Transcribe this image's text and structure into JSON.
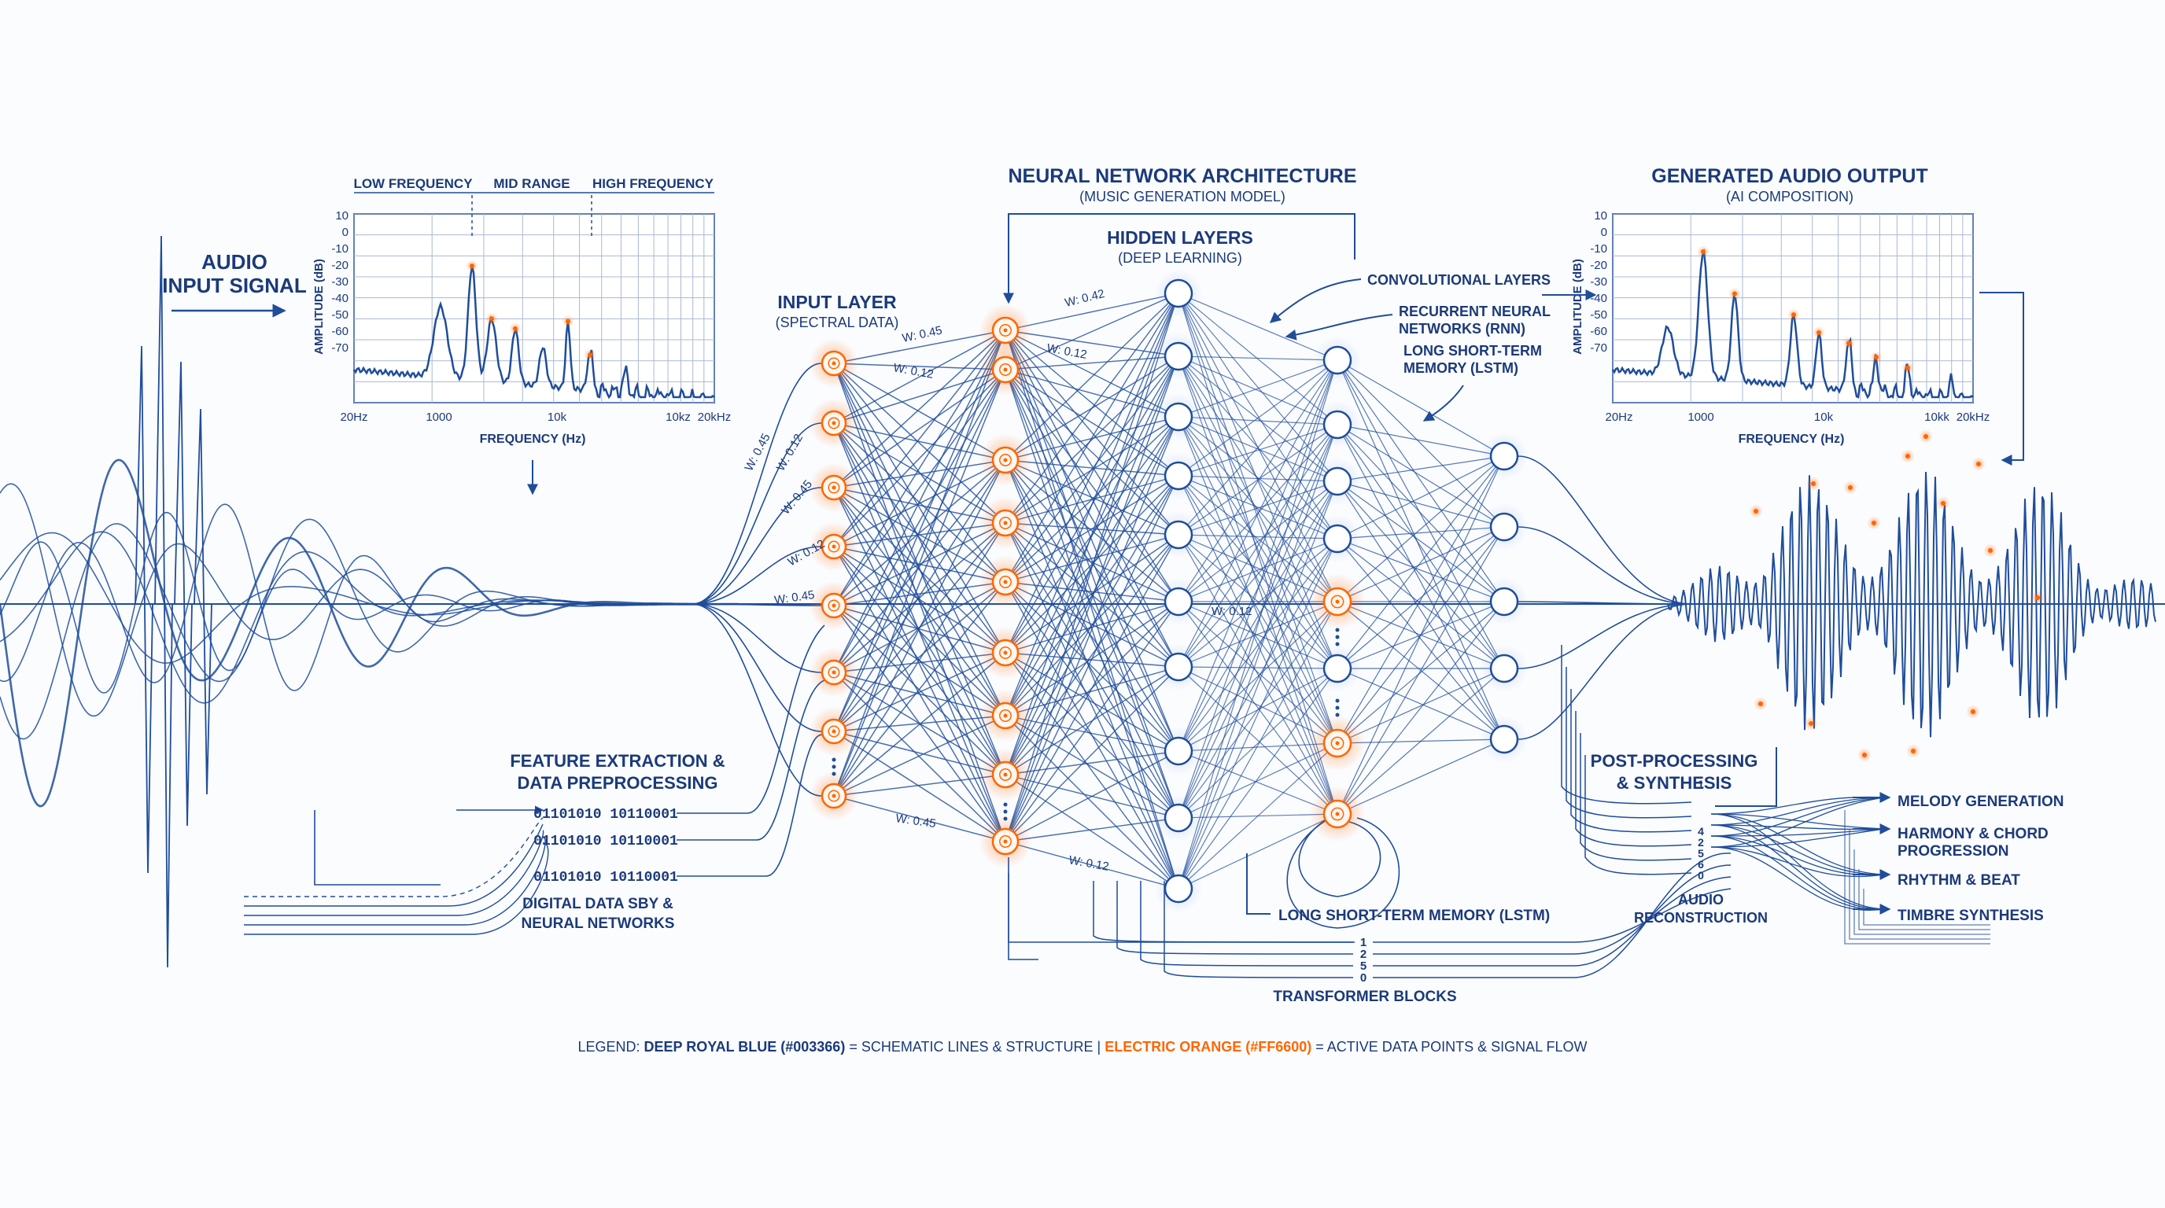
{
  "colors": {
    "primary": "#003366",
    "line": "#1f4d9a",
    "accent": "#FF6600",
    "grid": "#aab8d4",
    "background": "#fbfcfe"
  },
  "input": {
    "title_line1": "AUDIO",
    "title_line2": "INPUT SIGNAL"
  },
  "input_spectrum": {
    "bands": [
      "LOW FREQUENCY",
      "MID RANGE",
      "HIGH FREQUENCY"
    ],
    "ylabel": "AMPLITUDE (dB)",
    "xlabel": "FREQUENCY (Hz)",
    "yticks": [
      "10",
      "0",
      "-10",
      "-20",
      "-30",
      "-40",
      "-50",
      "-60",
      "-70"
    ],
    "xticks": [
      "20Hz",
      "1000",
      "10k",
      "10kz",
      "20kHz"
    ]
  },
  "feature_extraction": {
    "title_line1": "FEATURE EXTRACTION &",
    "title_line2": "DATA PREPROCESSING",
    "binary": [
      "01101010  10110001",
      "01101010  10110001",
      "01101010  10110001"
    ],
    "caption_line1": "DIGITAL DATA SBY &",
    "caption_line2": "NEURAL NETWORKS"
  },
  "network": {
    "title": "NEURAL NETWORK ARCHITECTURE",
    "subtitle": "(MUSIC GENERATION MODEL)",
    "input_layer_title": "INPUT LAYER",
    "input_layer_sub": "(SPECTRAL DATA)",
    "hidden_title": "HIDDEN LAYERS",
    "hidden_sub": "(DEEP LEARNING)",
    "conv_label": "CONVOLUTIONAL LAYERS",
    "rnn_line1": "RECURRENT NEURAL",
    "rnn_line2": "NETWORKS (RNN)",
    "lstm_line1": "LONG SHORT-TERM",
    "lstm_line2": "MEMORY (LSTM)",
    "lstm_bottom": "LONG SHORT-TERM MEMORY (LSTM)",
    "transformer": "TRANSFORMER BLOCKS",
    "transformer_digits": [
      "1",
      "2",
      "5",
      "0"
    ],
    "weights": [
      "W: 0.45",
      "W: 0.12",
      "W: 0.42",
      "W: 0.12",
      "W: 0.45",
      "W: 0.12",
      "W: 0.45",
      "W: 0.12",
      "W: 0.45",
      "W: 0.45",
      "W: 0.12",
      "W: 0.12"
    ]
  },
  "output_spectrum": {
    "title": "GENERATED AUDIO OUTPUT",
    "subtitle": "(AI COMPOSITION)",
    "ylabel": "AMPLITUDE (dB)",
    "xlabel": "FREQUENCY (Hz)",
    "yticks": [
      "10",
      "0",
      "-10",
      "-20",
      "-30",
      "-40",
      "-50",
      "-60",
      "-70"
    ],
    "xticks": [
      "20Hz",
      "1000",
      "10k",
      "10kk",
      "20kHz"
    ]
  },
  "post": {
    "title_line1": "POST-PROCESSING",
    "title_line2": "& SYNTHESIS",
    "digits": [
      "1",
      "4",
      "2",
      "5",
      "6",
      "0"
    ],
    "reconstruction_line1": "AUDIO",
    "reconstruction_line2": "RECONSTRUCTION",
    "melody": "MELODY GENERATION",
    "harmony_line1": "HARMONY & CHORD",
    "harmony_line2": "PROGRESSION",
    "rhythm": "RHYTHM & BEAT",
    "timbre": "TIMBRE SYNTHESIS"
  },
  "legend": {
    "prefix": "LEGEND: ",
    "blue_name": "DEEP ROYAL BLUE (#003366)",
    "blue_desc": " = SCHEMATIC LINES & STRUCTURE  |  ",
    "orange_name": "ELECTRIC ORANGE (#FF6600)",
    "orange_desc": " = ACTIVE DATA POINTS & SIGNAL FLOW"
  }
}
